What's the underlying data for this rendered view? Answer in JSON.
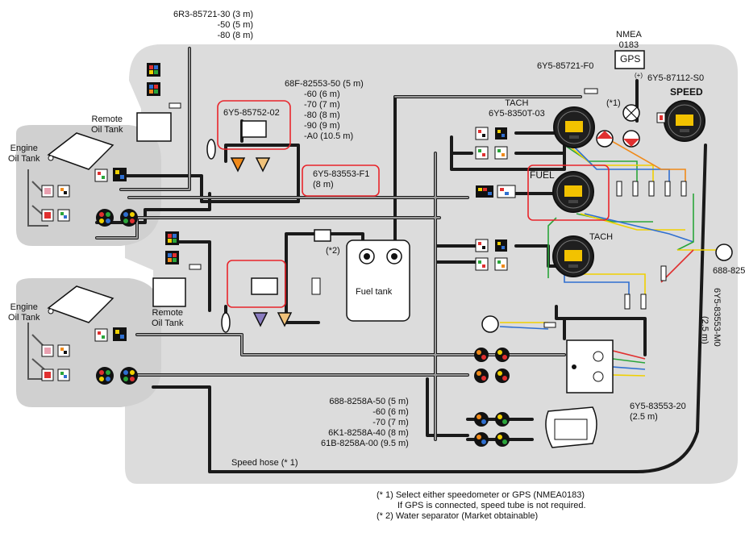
{
  "labels": {
    "cable_remote_top": [
      "6R3-85721-30 (3 m)",
      "-50 (5 m)",
      "-80 (8 m)"
    ],
    "remote_oil_tank": [
      "Remote",
      "Oil Tank"
    ],
    "remote_oil_tank_2": [
      "Remote",
      "Oil Tank"
    ],
    "engine_oil_tank_1": [
      "Engine",
      "Oil Tank"
    ],
    "engine_oil_tank_2": [
      "Engine",
      "Oil Tank"
    ],
    "part_85752": "6Y5-85752-02",
    "cable_68f": [
      "68F-82553-50 (5 m)",
      "-60 (6 m)",
      "-70 (7 m)",
      "-80 (8 m)",
      "-90 (9 m)",
      "-A0 (10.5 m)"
    ],
    "part_83553_f1": [
      "6Y5-83553-F1",
      "(8 m)"
    ],
    "nmea": [
      "NMEA",
      "0183"
    ],
    "gps": "GPS",
    "part_85721_f0": "6Y5-85721-F0",
    "plus_mark": "(+)",
    "note_star1": "(*1)",
    "part_87112": "6Y5-87112-S0",
    "speed": "SPEED",
    "tach_top": [
      "TACH",
      "6Y5-8350T-03"
    ],
    "fuel": "FUEL",
    "tach_mid": "TACH",
    "note_star2": "(*2)",
    "fuel_tank": "Fuel tank",
    "part_688_825": "688-825",
    "part_83553_m0": "6Y5-83553-M0",
    "part_83553_m0_len": "(2.5 m)",
    "part_83553_20": [
      "6Y5-83553-20",
      "(2.5 m)"
    ],
    "cable_688_8258a": [
      "688-8258A-50 (5 m)",
      "-60 (6 m)",
      "-70 (7 m)",
      "6K1-8258A-40 (8 m)",
      "61B-8258A-00 (9.5 m)"
    ],
    "speed_hose": "Speed hose (* 1)",
    "footnotes": [
      "(* 1) Select either speedometer or GPS (NMEA0183)",
      "If GPS is connected, speed tube is not required.",
      "(* 2) Water separator (Market obtainable)"
    ]
  },
  "colors": {
    "panel": "#dcdcdc",
    "highlight": "#e8252b",
    "cable": "#1a1a1a",
    "gauge_lcd": "#f2c200",
    "wire_green": "#2aa53a",
    "wire_yellow": "#f0d000",
    "wire_blue": "#2f6fd0",
    "wire_orange": "#f08a1a",
    "wire_red": "#e03030"
  },
  "icons": [
    "engine-icon",
    "oil-tank-icon",
    "connector-icon",
    "gauge-icon",
    "filter-icon",
    "water-separator-icon",
    "gps-antenna-icon",
    "fuel-tank-icon",
    "junction-box-icon",
    "remote-control-icon",
    "multi-pin-connector-icon",
    "buzzer-icon"
  ]
}
